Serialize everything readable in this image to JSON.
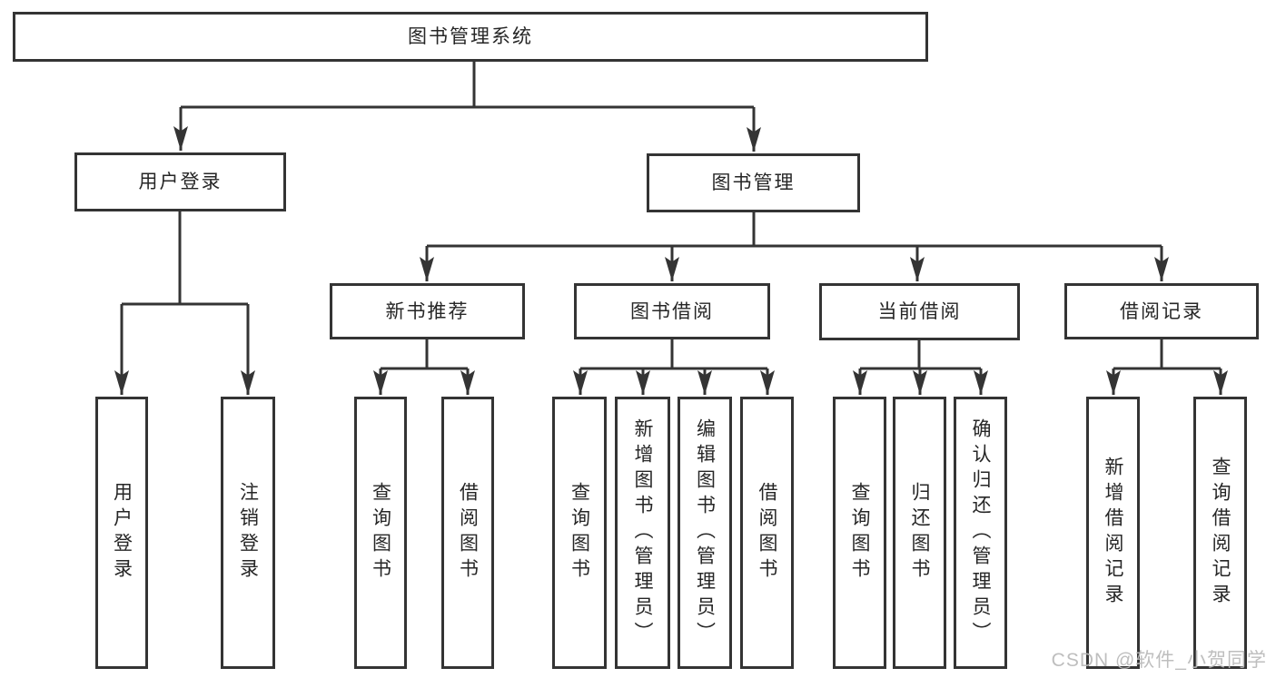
{
  "diagram": {
    "root": {
      "label": "图书管理系统"
    },
    "level2": [
      {
        "label": "用户登录"
      },
      {
        "label": "图书管理"
      }
    ],
    "level3": [
      {
        "label": "新书推荐"
      },
      {
        "label": "图书借阅"
      },
      {
        "label": "当前借阅"
      },
      {
        "label": "借阅记录"
      }
    ],
    "leaves": [
      {
        "label": "用户登录"
      },
      {
        "label": "注销登录"
      },
      {
        "label": "查询图书"
      },
      {
        "label": "借阅图书"
      },
      {
        "label": "查询图书"
      },
      {
        "label": "新增图书（管理员）"
      },
      {
        "label": "编辑图书（管理员）"
      },
      {
        "label": "借阅图书"
      },
      {
        "label": "查询图书"
      },
      {
        "label": "归还图书"
      },
      {
        "label": "确认归还（管理员）"
      },
      {
        "label": "新增借阅记录"
      },
      {
        "label": "查询借阅记录"
      }
    ]
  },
  "watermark": {
    "text": "CSDN @软件_小贺同学",
    "color": "#b9b9b9"
  },
  "colors": {
    "line": "#343434",
    "text": "#262626",
    "background": "#ffffff"
  }
}
